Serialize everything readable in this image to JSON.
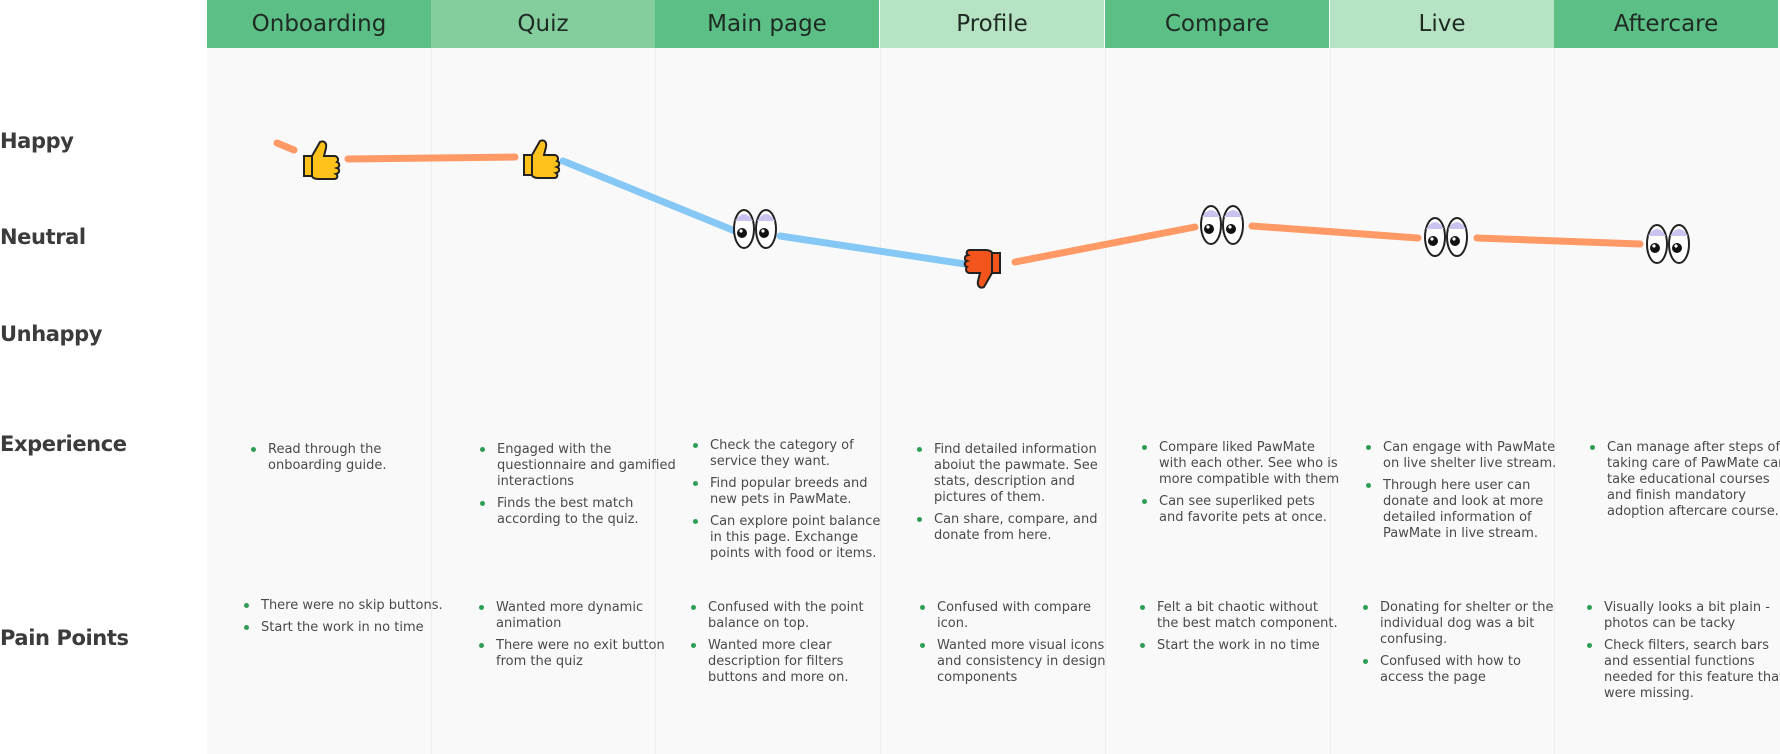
{
  "stages": [
    {
      "label": "Onboarding",
      "color": "#5bbf86",
      "mood": "thumbs-up-icon"
    },
    {
      "label": "Quiz",
      "color": "#84ce9e",
      "mood": "thumbs-up-icon"
    },
    {
      "label": "Main page",
      "color": "#5bbf86",
      "mood": "eyes-icon"
    },
    {
      "label": "Profile",
      "color": "#b6e3c4",
      "mood": "thumbs-down-icon"
    },
    {
      "label": "Compare",
      "color": "#5bbf86",
      "mood": "eyes-icon"
    },
    {
      "label": "Live",
      "color": "#b6e3c4",
      "mood": "eyes-icon"
    },
    {
      "label": "Aftercare",
      "color": "#5bbf86",
      "mood": "eyes-icon"
    }
  ],
  "rows": {
    "happy": "Happy",
    "neutral": "Neutral",
    "unhappy": "Unhappy",
    "experience": "Experience",
    "pain_points": "Pain Points"
  },
  "experience": [
    [
      "Read through the onboarding guide."
    ],
    [
      "Engaged with the questionnaire and gamified interactions",
      "Finds the best match according to the quiz."
    ],
    [
      "Check the category of service they want.",
      "Find popular breeds and new pets in PawMate.",
      "Can explore point balance in this page. Exchange points with food or items."
    ],
    [
      "Find detailed information aboiut the pawmate. See stats, description and pictures of them.",
      "Can share, compare, and donate from here."
    ],
    [
      "Compare liked PawMate with each other. See who is more compatible with them",
      "Can see superliked pets and favorite pets at once."
    ],
    [
      "Can engage with PawMate on live shelter live stream.",
      "Through here user can donate and look at more detailed information of PawMate in live stream."
    ],
    [
      "Can manage after steps of taking care of PawMate can take educational courses and finish mandatory adoption aftercare course."
    ]
  ],
  "pain_points": [
    [
      "There were no skip buttons.",
      "Start the work in no time"
    ],
    [
      "Wanted more dynamic animation",
      "There were no exit button from the quiz"
    ],
    [
      "Confused with the point balance on top.",
      "Wanted more clear description for filters buttons and more on."
    ],
    [
      "Confused with compare icon.",
      "Wanted more visual icons and consistency in design components"
    ],
    [
      "Felt a bit chaotic without the best match component.",
      "Start the work in no time"
    ],
    [
      "Donating for shelter or the individual dog was a bit confusing.",
      "Confused with how to access the page"
    ],
    [
      "Visually looks a bit plain - photos can be tacky",
      "Check filters, search bars and essential functions needed for this feature that were missing."
    ]
  ],
  "colors": {
    "accent_orange": "#ff9a66",
    "accent_blue": "#86c8f5",
    "bullet": "#2e9e57"
  }
}
